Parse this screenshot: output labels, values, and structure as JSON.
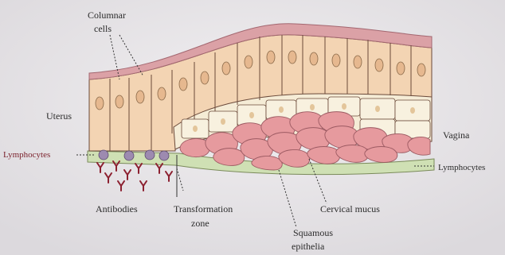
{
  "labels": {
    "columnar": [
      "Columnar",
      "cells"
    ],
    "uterus": "Uterus",
    "lymphocytes_left": "Lymphocytes",
    "antibodies": "Antibodies",
    "transformation": [
      "Transformation",
      "zone"
    ],
    "cervical_mucus": "Cervical mucus",
    "squamous": [
      "Squamous",
      "epithelia"
    ],
    "vagina": "Vagina",
    "lymphocytes_right": "Lymphocytes"
  },
  "colors": {
    "background": "#e9e7ea",
    "mucus_layer": "#dba1a6",
    "columnar_cell": "#f3d4b3",
    "columnar_nucleus": "#e6b88f",
    "squamous_upper": "#f5ecd6",
    "squamous_lower": "#e69a9e",
    "basement": "#cfe0b4",
    "lymphocyte": "#9d8ab0",
    "antibody": "#8c2030",
    "outline": "#6b4a3a"
  },
  "icons": [
    "antibody-icon",
    "lymphocyte-icon"
  ]
}
